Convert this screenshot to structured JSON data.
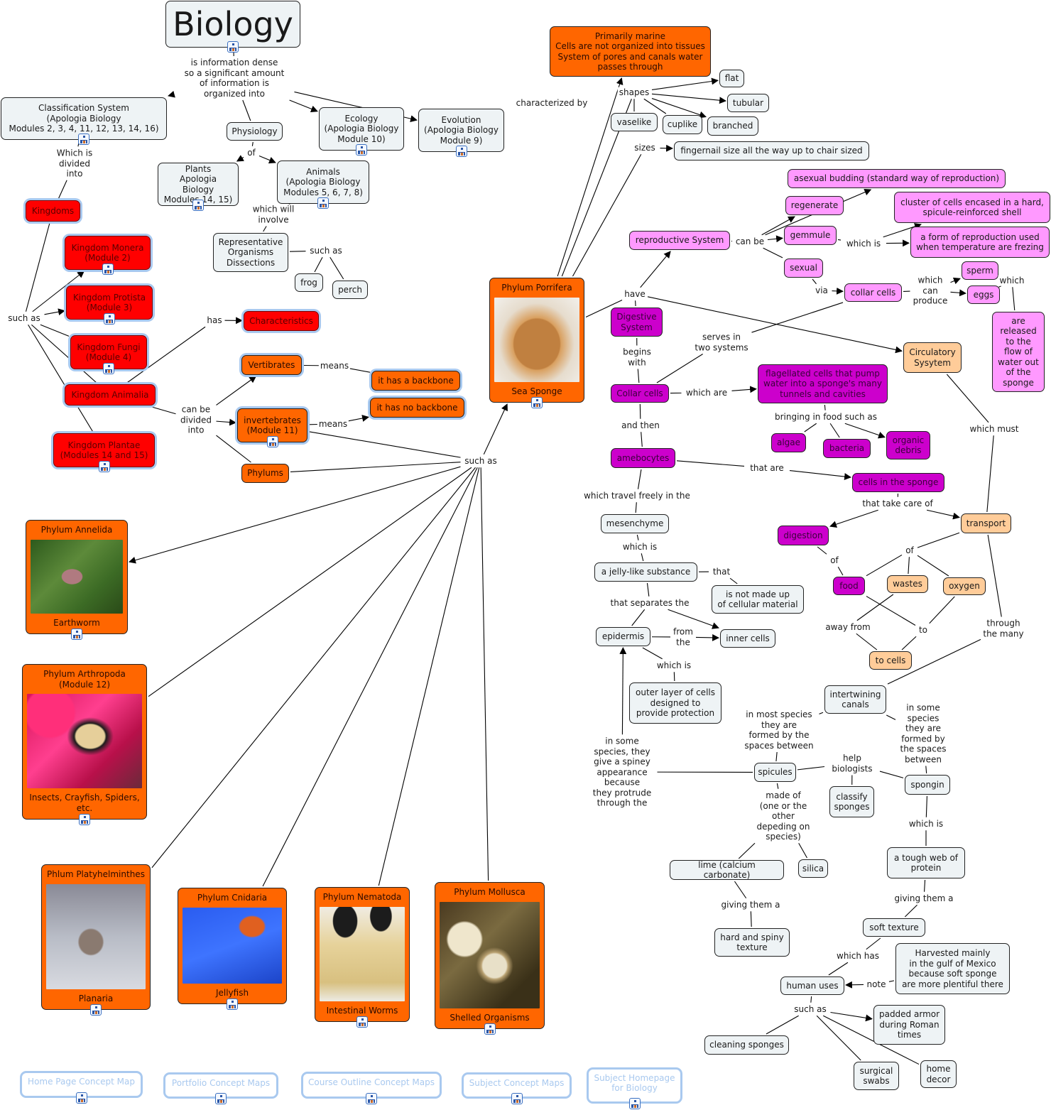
{
  "map_title": "Biology",
  "colors": {
    "gray_node": "#eef3f5",
    "red_node": "#ff0000",
    "orange_node": "#ff6600",
    "pink_node": "#ff99ff",
    "purple_node": "#cc00cc",
    "peach_node": "#ffcc99",
    "link_border": "#a9c9ef",
    "edge": "#000000"
  },
  "nodes": [
    {
      "id": "biology",
      "text": "Biology",
      "style": "title",
      "cmap": true
    },
    {
      "id": "classification",
      "text": "Classification System\n(Apologia Biology\nModules 2, 3, 4, 11, 12, 13, 14, 16)",
      "style": "gray",
      "cmap": true
    },
    {
      "id": "physiology",
      "text": "Physiology",
      "style": "gray"
    },
    {
      "id": "ecology",
      "text": "Ecology\n(Apologia Biology\nModule 10)",
      "style": "gray",
      "cmap": true
    },
    {
      "id": "evolution",
      "text": "Evolution\n(Apologia Biology\nModule 9)",
      "style": "gray",
      "cmap": true
    },
    {
      "id": "plants",
      "text": "Plants\nApologia Biology\nModules 14, 15)",
      "style": "gray",
      "cmap": true
    },
    {
      "id": "animals",
      "text": "Animals\n(Apologia Biology\nModules 5, 6, 7, 8)",
      "style": "gray",
      "cmap": true
    },
    {
      "id": "rep_org",
      "text": "Representative\nOrganisms\nDissections",
      "style": "gray"
    },
    {
      "id": "frog",
      "text": "frog",
      "style": "gray"
    },
    {
      "id": "perch",
      "text": "perch",
      "style": "gray"
    },
    {
      "id": "kingdoms",
      "text": "Kingdoms",
      "style": "red"
    },
    {
      "id": "monera",
      "text": "Kingdom Monera\n(Module 2)",
      "style": "red",
      "cmap": true
    },
    {
      "id": "protista",
      "text": "Kingdom Protista\n(Module 3)",
      "style": "red",
      "cmap": true
    },
    {
      "id": "fungi",
      "text": "Kingdom Fungi\n(Module 4)",
      "style": "red",
      "cmap": true
    },
    {
      "id": "animalia",
      "text": "Kingdom Animalia",
      "style": "red"
    },
    {
      "id": "plantae",
      "text": "Kingdom Plantae\n(Modules 14 and 15)",
      "style": "red",
      "cmap": true
    },
    {
      "id": "characteristics",
      "text": "Characteristics",
      "style": "red"
    },
    {
      "id": "vertibrates",
      "text": "Vertibrates",
      "style": "orange glow"
    },
    {
      "id": "invertebrates",
      "text": "invertebrates\n(Module 11)",
      "style": "orange glow",
      "cmap": true
    },
    {
      "id": "phylums",
      "text": "Phylums",
      "style": "orange"
    },
    {
      "id": "backbone",
      "text": "it has a backbone",
      "style": "orange glow"
    },
    {
      "id": "no_backbone",
      "text": "it has no backbone",
      "style": "orange glow"
    },
    {
      "id": "porifera_traits",
      "text": "Primarily marine\nCells are not organized into tissues\nSystem of pores and canals water\npasses through",
      "style": "orange"
    },
    {
      "id": "flat",
      "text": "flat",
      "style": "gray"
    },
    {
      "id": "tubular",
      "text": "tubular",
      "style": "gray"
    },
    {
      "id": "vaselike",
      "text": "vaselike",
      "style": "gray"
    },
    {
      "id": "cuplike",
      "text": "cuplike",
      "style": "gray"
    },
    {
      "id": "branched",
      "text": "branched",
      "style": "gray"
    },
    {
      "id": "size_range",
      "text": "fingernail size all the way up to chair sized",
      "style": "gray"
    },
    {
      "id": "asexual",
      "text": "asexual budding (standard way of reproduction)",
      "style": "pink"
    },
    {
      "id": "regenerate",
      "text": "regenerate",
      "style": "pink"
    },
    {
      "id": "gemmule",
      "text": "gemmule",
      "style": "pink"
    },
    {
      "id": "cluster",
      "text": "cluster of cells encased in a hard,\nspicule-reinforced shell",
      "style": "pink"
    },
    {
      "id": "freezing",
      "text": "a form of reproduction used\nwhen temperature are frezing",
      "style": "pink"
    },
    {
      "id": "repro",
      "text": "reproductive System",
      "style": "pink"
    },
    {
      "id": "sexual",
      "text": "sexual",
      "style": "pink"
    },
    {
      "id": "collar_pink",
      "text": "collar cells",
      "style": "pink"
    },
    {
      "id": "sperm",
      "text": "sperm",
      "style": "pink"
    },
    {
      "id": "eggs",
      "text": "eggs",
      "style": "pink"
    },
    {
      "id": "released",
      "text": "are\nreleased\nto the\nflow of\nwater out\nof the\nsponge",
      "style": "pink"
    },
    {
      "id": "digestive",
      "text": "Digestive\nSystem",
      "style": "purple"
    },
    {
      "id": "collar_purple",
      "text": "Collar cells",
      "style": "purple"
    },
    {
      "id": "flagellated",
      "text": "flagellated cells that pump\nwater into a sponge's many\ntunnels and cavities",
      "style": "purple"
    },
    {
      "id": "algae",
      "text": "algae",
      "style": "purple"
    },
    {
      "id": "bacteria",
      "text": "bacteria",
      "style": "purple"
    },
    {
      "id": "debris",
      "text": "organic\ndebris",
      "style": "purple"
    },
    {
      "id": "amebocytes",
      "text": "amebocytes",
      "style": "purple"
    },
    {
      "id": "cells_sponge",
      "text": "cells in the sponge",
      "style": "purple"
    },
    {
      "id": "digestion",
      "text": "digestion",
      "style": "purple"
    },
    {
      "id": "food",
      "text": "food",
      "style": "purple"
    },
    {
      "id": "circulatory",
      "text": "Circulatory\nSysytem",
      "style": "peach"
    },
    {
      "id": "transport",
      "text": "transport",
      "style": "peach"
    },
    {
      "id": "wastes",
      "text": "wastes",
      "style": "peach"
    },
    {
      "id": "oxygen",
      "text": "oxygen",
      "style": "peach"
    },
    {
      "id": "to_cells",
      "text": "to cells",
      "style": "peach"
    },
    {
      "id": "mesenchyme",
      "text": "mesenchyme",
      "style": "gray"
    },
    {
      "id": "jelly",
      "text": "a jelly-like substance",
      "style": "gray"
    },
    {
      "id": "not_cellular",
      "text": "is not made up\nof cellular material",
      "style": "gray"
    },
    {
      "id": "epidermis",
      "text": "epidermis",
      "style": "gray"
    },
    {
      "id": "inner_cells",
      "text": "inner cells",
      "style": "gray"
    },
    {
      "id": "outer_layer",
      "text": "outer layer of cells\ndesigned to\nprovide protection",
      "style": "gray"
    },
    {
      "id": "canals",
      "text": "intertwining\ncanals",
      "style": "gray"
    },
    {
      "id": "spicules",
      "text": "spicules",
      "style": "gray"
    },
    {
      "id": "classify",
      "text": "classify\nsponges",
      "style": "gray"
    },
    {
      "id": "spongin",
      "text": "spongin",
      "style": "gray"
    },
    {
      "id": "lime",
      "text": "lime (calcium  carbonate)",
      "style": "gray"
    },
    {
      "id": "silica",
      "text": "silica",
      "style": "gray"
    },
    {
      "id": "tough_web",
      "text": "a tough web of\nprotein",
      "style": "gray"
    },
    {
      "id": "hard_spiny",
      "text": "hard and spiny\ntexture",
      "style": "gray"
    },
    {
      "id": "soft_texture",
      "text": "soft texture",
      "style": "gray"
    },
    {
      "id": "harvested",
      "text": "Harvested mainly\nin the gulf of Mexico\nbecause soft sponge\nare more plentiful there",
      "style": "gray"
    },
    {
      "id": "human_uses",
      "text": "human uses",
      "style": "gray"
    },
    {
      "id": "armor",
      "text": "padded armor\nduring Roman\ntimes",
      "style": "gray"
    },
    {
      "id": "cleaning",
      "text": "cleaning sponges",
      "style": "gray"
    },
    {
      "id": "swabs",
      "text": "surgical\nswabs",
      "style": "gray"
    },
    {
      "id": "decor",
      "text": "home\ndecor",
      "style": "gray"
    }
  ],
  "cards": [
    {
      "id": "porifera",
      "title": "Phylum Porrifera",
      "image": "sea-sponge-photo",
      "caption": "Sea Sponge",
      "img": "img-sponge",
      "cmap": true
    },
    {
      "id": "annelida",
      "title": "Phylum Annelida",
      "image": "earthworm-photo",
      "caption": "Earthworm",
      "img": "img-earthworm",
      "cmap": true
    },
    {
      "id": "arthropoda",
      "title": "Phylum Arthropoda\n(Module 12)",
      "image": "butterfly-photo",
      "caption": "Insects, Crayfish, Spiders,\netc.",
      "img": "img-butterfly",
      "cmap": true
    },
    {
      "id": "platyhelminthes",
      "title": "Phlum Platyhelminthes",
      "image": "planaria-photo",
      "caption": "Planaria",
      "img": "img-planaria",
      "cmap": true
    },
    {
      "id": "cnidaria",
      "title": "Phylum Cnidaria",
      "image": "jellyfish-photo",
      "caption": "Jellyfish",
      "img": "img-jellyfish",
      "cmap": true
    },
    {
      "id": "nematoda",
      "title": "Phylum Nematoda",
      "image": "worm-jars-photo",
      "caption": "Intestinal Worms",
      "img": "img-nematoda",
      "cmap": true
    },
    {
      "id": "mollusca",
      "title": "Phylum Mollusca",
      "image": "shells-photo",
      "caption": "Shelled Organisms",
      "img": "img-mollusca",
      "cmap": true
    }
  ],
  "nav_links": [
    {
      "id": "home",
      "text": "Home Page Concept Map"
    },
    {
      "id": "portfolio",
      "text": "Portfolio Concept Maps"
    },
    {
      "id": "course",
      "text": "Course Outline Concept Maps"
    },
    {
      "id": "subject",
      "text": "Subject Concept Maps"
    },
    {
      "id": "subject_home",
      "text": "Subject Homepage\nfor Biology"
    }
  ],
  "linking_phrases": [
    {
      "id": "p_info",
      "text": "is information dense\nso a significant amount\nof information is\norganized into"
    },
    {
      "id": "p_divided",
      "text": "Which is\ndivided\ninto"
    },
    {
      "id": "p_of1",
      "text": "of"
    },
    {
      "id": "p_involve",
      "text": "which will\ninvolve"
    },
    {
      "id": "p_suchas_org",
      "text": "such as"
    },
    {
      "id": "p_suchas_king",
      "text": "such as"
    },
    {
      "id": "p_has",
      "text": "has"
    },
    {
      "id": "p_canbediv",
      "text": "can be\ndivided\ninto"
    },
    {
      "id": "p_means1",
      "text": "means"
    },
    {
      "id": "p_means2",
      "text": "means"
    },
    {
      "id": "p_suchas_phyla",
      "text": "such as"
    },
    {
      "id": "p_characterized",
      "text": "characterized by"
    },
    {
      "id": "p_shapes",
      "text": "shapes"
    },
    {
      "id": "p_sizes",
      "text": "sizes"
    },
    {
      "id": "p_have",
      "text": "have"
    },
    {
      "id": "p_canbe",
      "text": "can be"
    },
    {
      "id": "p_whichis_g",
      "text": "which is"
    },
    {
      "id": "p_via",
      "text": "via"
    },
    {
      "id": "p_produce",
      "text": "which\ncan\nproduce"
    },
    {
      "id": "p_which_sp",
      "text": "which"
    },
    {
      "id": "p_begins",
      "text": "begins\nwith"
    },
    {
      "id": "p_serves",
      "text": "serves in\ntwo systems"
    },
    {
      "id": "p_whichare",
      "text": "which are"
    },
    {
      "id": "p_bringing",
      "text": "bringing in food such as"
    },
    {
      "id": "p_andthen",
      "text": "and then"
    },
    {
      "id": "p_thatare",
      "text": "that are"
    },
    {
      "id": "p_takecare",
      "text": "that take care of"
    },
    {
      "id": "p_of_dig",
      "text": "of"
    },
    {
      "id": "p_of_tr",
      "text": "of"
    },
    {
      "id": "p_awayfrom",
      "text": "away from"
    },
    {
      "id": "p_to",
      "text": "to"
    },
    {
      "id": "p_whichmust",
      "text": "which must"
    },
    {
      "id": "p_through",
      "text": "through\nthe many"
    },
    {
      "id": "p_travel",
      "text": "which travel freely in the"
    },
    {
      "id": "p_whichis_m",
      "text": "which is"
    },
    {
      "id": "p_that",
      "text": "that"
    },
    {
      "id": "p_separates",
      "text": "that separates the"
    },
    {
      "id": "p_fromthe",
      "text": "from\nthe"
    },
    {
      "id": "p_whichis_e",
      "text": "which is"
    },
    {
      "id": "p_spiney",
      "text": "in some\nspecies, they\ngive a spiney\nappearance\nbecause\nthey protrude\nthrough the"
    },
    {
      "id": "p_mostspecies",
      "text": "in most species\nthey are\nformed by the\nspaces between"
    },
    {
      "id": "p_somespecies",
      "text": "in some\nspecies\nthey are\nformed by\nthe spaces\nbetween"
    },
    {
      "id": "p_help",
      "text": "help\nbiologists"
    },
    {
      "id": "p_madeof",
      "text": "made of\n(one or the\nother\ndepeding on\nspecies)"
    },
    {
      "id": "p_whichis_sp",
      "text": "which is"
    },
    {
      "id": "p_giving1",
      "text": "giving them a"
    },
    {
      "id": "p_giving2",
      "text": "giving them a"
    },
    {
      "id": "p_whichhas",
      "text": "which has"
    },
    {
      "id": "p_note",
      "text": "note"
    },
    {
      "id": "p_suchas_uses",
      "text": "such as"
    }
  ]
}
